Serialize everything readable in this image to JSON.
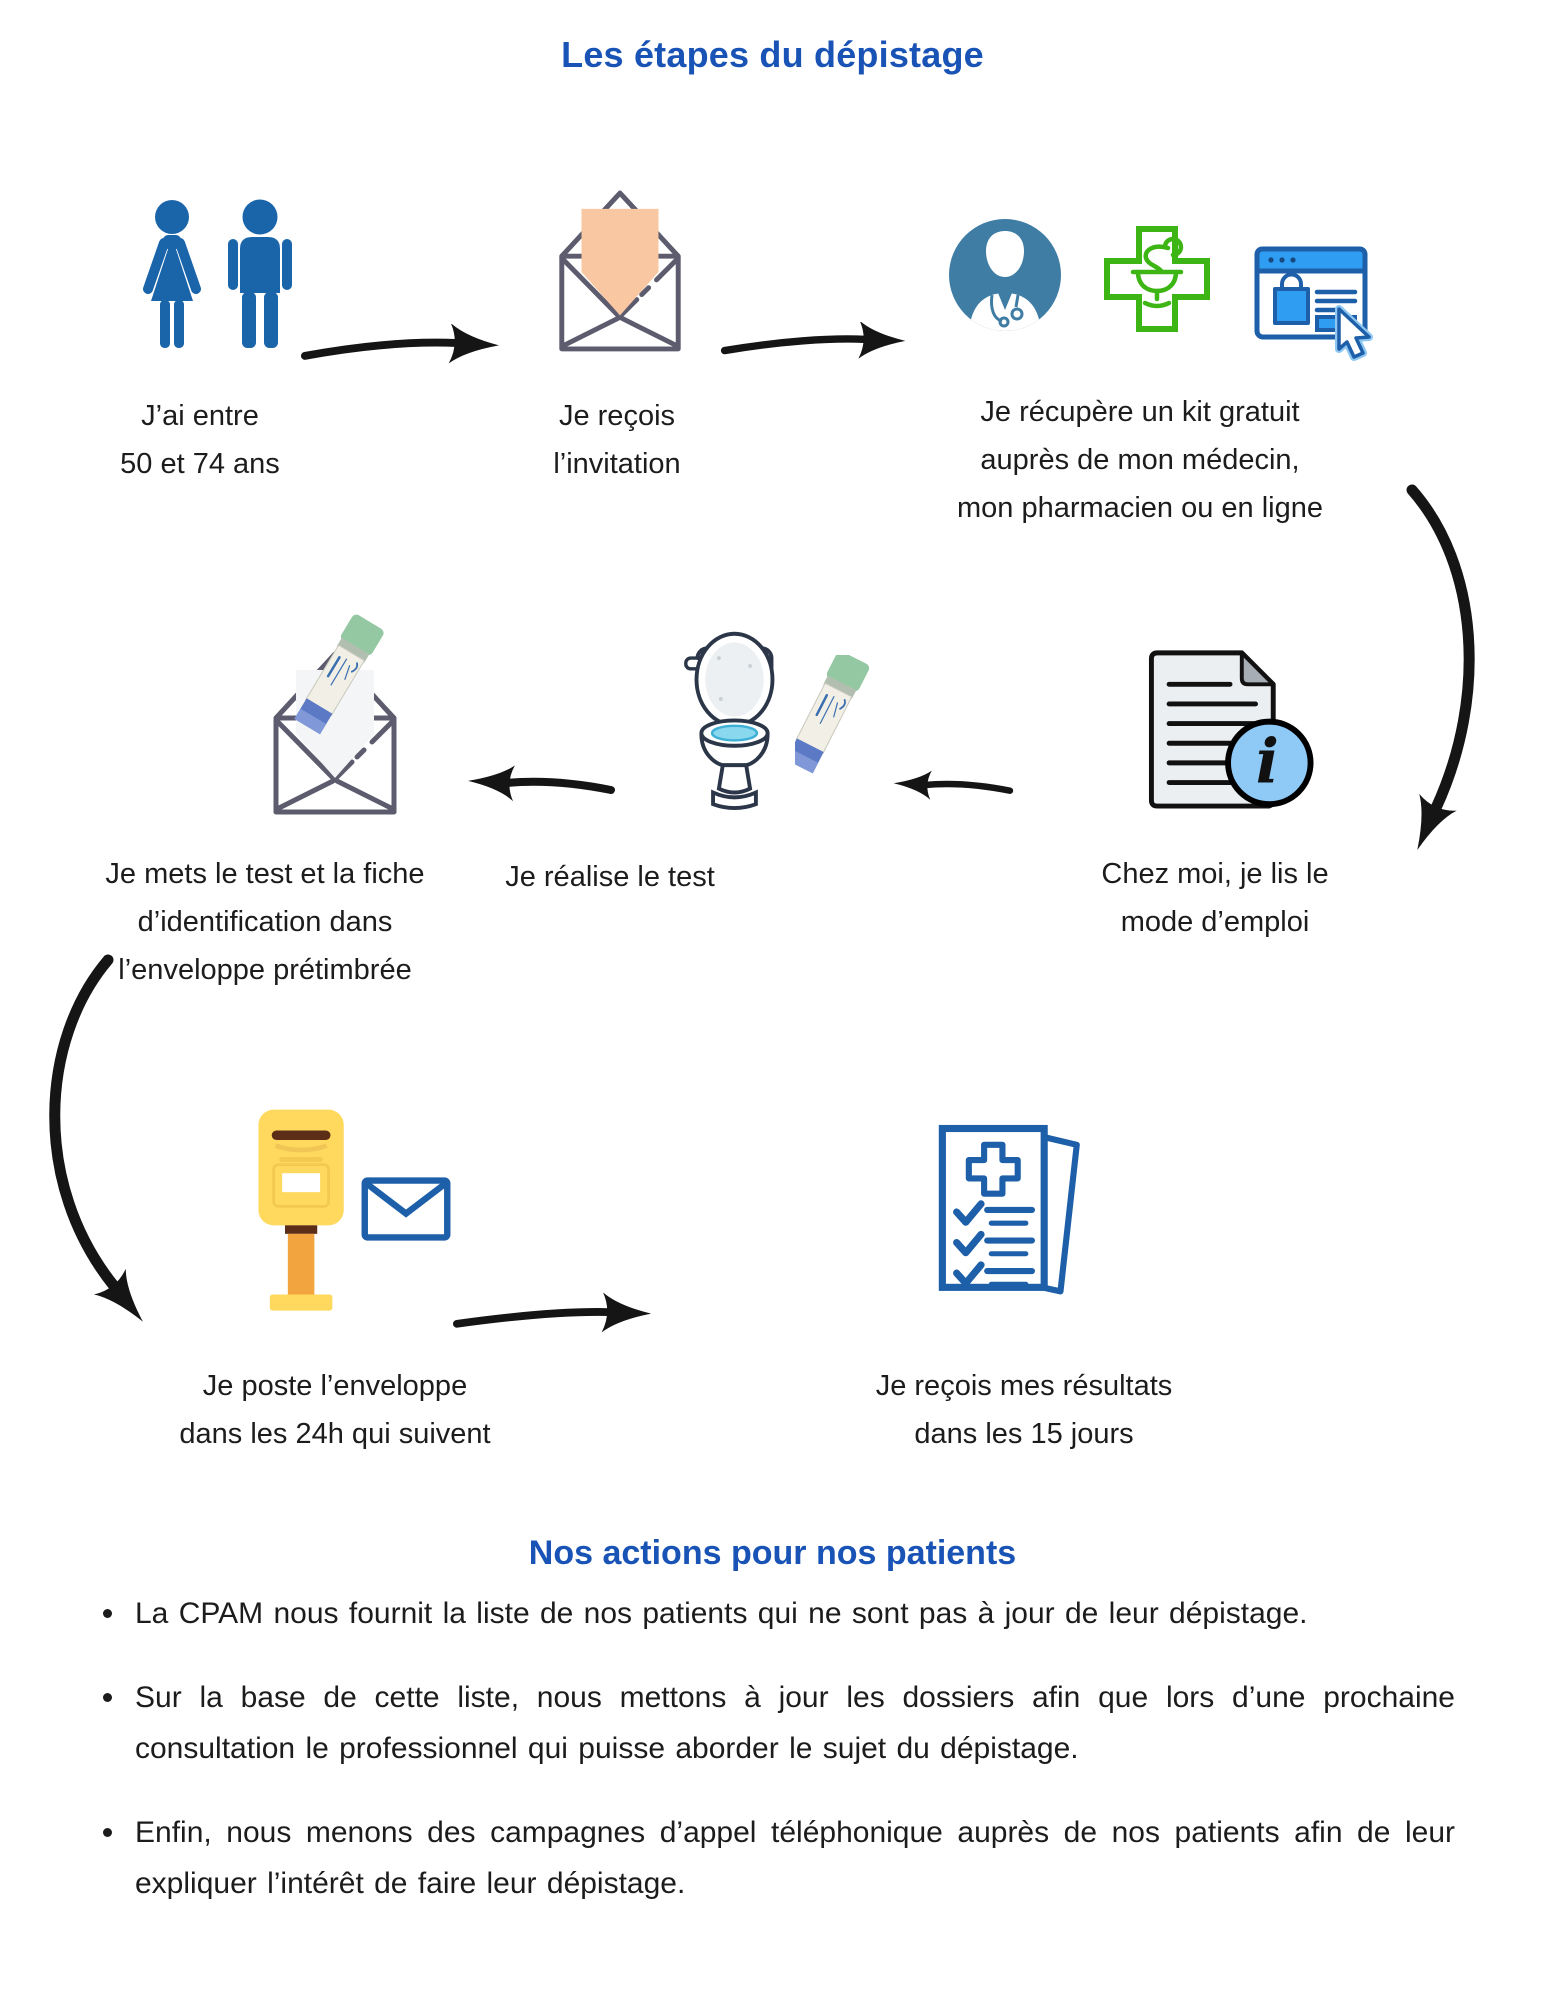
{
  "title": "Les étapes du dépistage",
  "steps": [
    {
      "icon": "woman-man-figures",
      "caption": "J’ai entre\n50 et 74 ans"
    },
    {
      "icon": "open-envelope-with-letter",
      "caption": "Je reçois\nl’invitation"
    },
    {
      "icon": "doctor-badge pharmacy-cross online-shop-window",
      "caption": "Je récupère un kit gratuit\nauprès de mon médecin,\nmon pharmacien ou en ligne"
    },
    {
      "icon": "instructions-document-with-info",
      "caption": "Chez moi, je lis le\nmode d’emploi"
    },
    {
      "icon": "toilet-and-test-tube",
      "caption": "Je réalise le test"
    },
    {
      "icon": "envelope-with-test-tube",
      "caption": "Je mets le test et la fiche\nd’identification dans\nl’enveloppe prétimbrée"
    },
    {
      "icon": "yellow-mailbox-and-envelope",
      "caption": "Je poste l’enveloppe\ndans les 24h qui suivent"
    },
    {
      "icon": "results-checklist-pages",
      "caption": "Je reçois mes résultats\ndans les 15 jours"
    }
  ],
  "actions": {
    "title": "Nos actions pour nos patients",
    "bullets": [
      "La CPAM nous fournit la liste de nos patients qui ne sont pas à jour de leur dépistage.",
      "Sur la base de cette liste, nous mettons à jour les dossiers afin que lors d’une prochaine consultation le professionnel qui puisse aborder le sujet du dépistage.",
      "Enfin, nous menons des campagnes d’appel téléphonique auprès de nos patients afin de leur expliquer l’intérêt de faire leur dépistage."
    ]
  },
  "colors": {
    "title_blue": "#1853B5",
    "text": "#1C1C1C",
    "figure_blue": "#1A64A9",
    "doctor_circle_blue": "#3F7DA5",
    "pharmacy_green": "#3DB515",
    "online_blue": "#2E9DF2",
    "outline_blue": "#1D5FA8",
    "letter_peach": "#F9C7A2",
    "envelope_gray": "#5C5C6E",
    "info_circle_blue": "#8FCAF7",
    "mailbox_yellow": "#FFD95E",
    "mailbox_post_orange": "#F2A43E",
    "mailbox_slot_brown": "#5C2E18",
    "tube_cap_green": "#94C8A2",
    "water_blue": "#8AD8EE",
    "arrow_black": "#151515"
  }
}
